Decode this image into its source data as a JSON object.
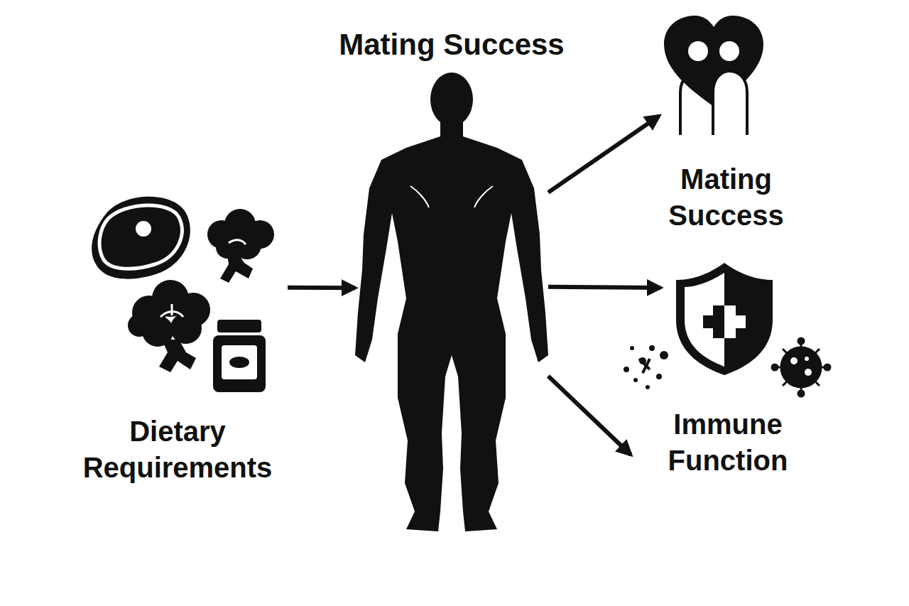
{
  "diagram": {
    "nodes": [
      {
        "text": [
          "Dietary Requirements"
        ]
      },
      {
        "text": [
          "Mating Success"
        ]
      },
      {
        "text": [
          "Mating Success"
        ]
      },
      {
        "text": [
          "Immune Function"
        ]
      }
    ],
    "edges": [
      {
        "from": 0,
        "to": 1,
        "arrow": "to"
      },
      {
        "from": 1,
        "to": 2,
        "arrow": "to"
      },
      {
        "from": 1,
        "to": 3,
        "arrow": "to"
      },
      {
        "from": 1,
        "to": 3,
        "arrow": "to"
      }
    ]
  }
}
